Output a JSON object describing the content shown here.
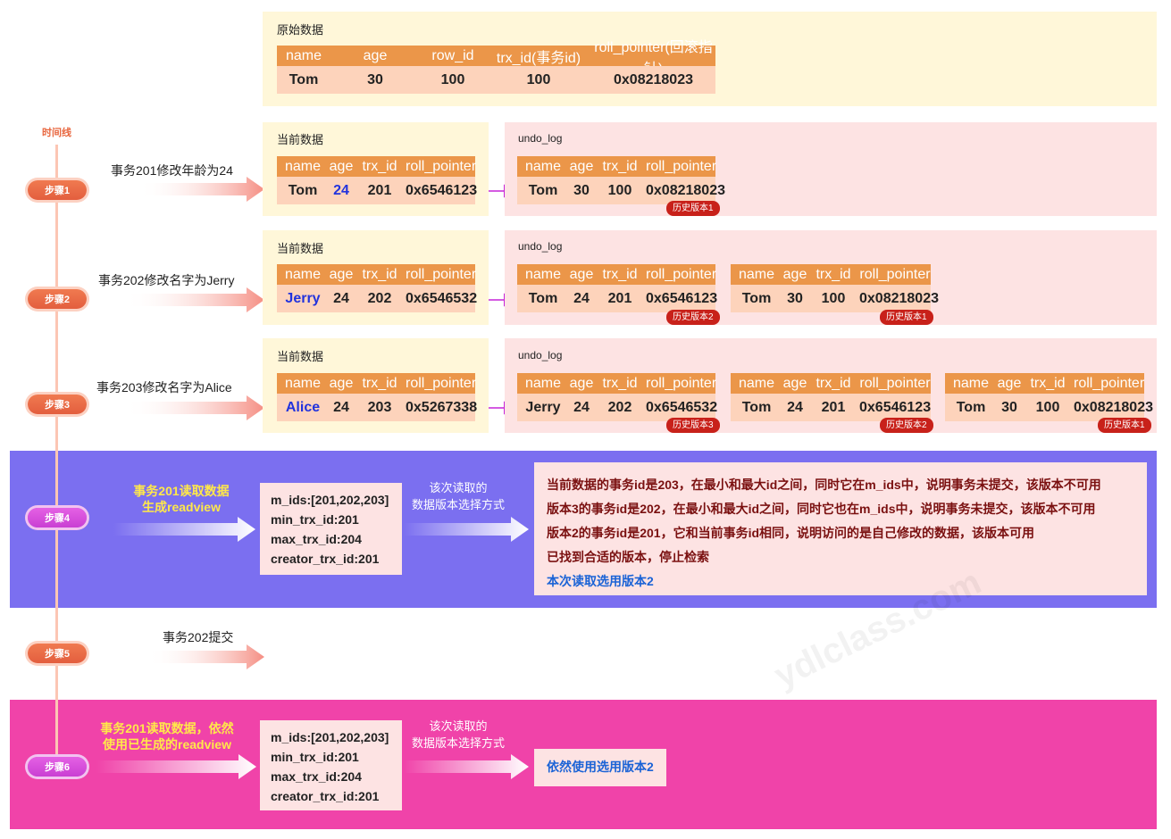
{
  "timeline_label": "时间线",
  "original": {
    "title": "原始数据",
    "headers": [
      "name",
      "age",
      "row_id",
      "trx_id(事务id)",
      "roll_pointer(回滚指针)"
    ],
    "row": [
      "Tom",
      "30",
      "100",
      "100",
      "0x08218023"
    ]
  },
  "steps": [
    {
      "label": "步骤1",
      "text": "事务201修改年龄为24",
      "current": {
        "title": "当前数据",
        "headers": [
          "name",
          "age",
          "trx_id",
          "roll_pointer"
        ],
        "row": [
          "Tom",
          "24",
          "201",
          "0x6546123"
        ]
      },
      "undo_title": "undo_log",
      "undo": [
        {
          "headers": [
            "name",
            "age",
            "trx_id",
            "roll_pointer"
          ],
          "row": [
            "Tom",
            "30",
            "100",
            "0x08218023"
          ],
          "badge": "历史版本1"
        }
      ]
    },
    {
      "label": "步骤2",
      "text": "事务202修改名字为Jerry",
      "current": {
        "title": "当前数据",
        "headers": [
          "name",
          "age",
          "trx_id",
          "roll_pointer"
        ],
        "row": [
          "Jerry",
          "24",
          "202",
          "0x6546532"
        ]
      },
      "undo_title": "undo_log",
      "undo": [
        {
          "headers": [
            "name",
            "age",
            "trx_id",
            "roll_pointer"
          ],
          "row": [
            "Tom",
            "24",
            "201",
            "0x6546123"
          ],
          "badge": "历史版本2"
        },
        {
          "headers": [
            "name",
            "age",
            "trx_id",
            "roll_pointer"
          ],
          "row": [
            "Tom",
            "30",
            "100",
            "0x08218023"
          ],
          "badge": "历史版本1"
        }
      ]
    },
    {
      "label": "步骤3",
      "text": "事务203修改名字为Alice",
      "current": {
        "title": "当前数据",
        "headers": [
          "name",
          "age",
          "trx_id",
          "roll_pointer"
        ],
        "row": [
          "Alice",
          "24",
          "203",
          "0x5267338"
        ]
      },
      "undo_title": "undo_log",
      "undo": [
        {
          "headers": [
            "name",
            "age",
            "trx_id",
            "roll_pointer"
          ],
          "row": [
            "Jerry",
            "24",
            "202",
            "0x6546532"
          ],
          "badge": "历史版本3"
        },
        {
          "headers": [
            "name",
            "age",
            "trx_id",
            "roll_pointer"
          ],
          "row": [
            "Tom",
            "24",
            "201",
            "0x6546123"
          ],
          "badge": "历史版本2"
        },
        {
          "headers": [
            "name",
            "age",
            "trx_id",
            "roll_pointer"
          ],
          "row": [
            "Tom",
            "30",
            "100",
            "0x08218023"
          ],
          "badge": "历史版本1"
        }
      ]
    },
    {
      "label": "步骤4",
      "text_lines": [
        "事务201读取数据",
        "生成readview"
      ],
      "readview": [
        "m_ids:[201,202,203]",
        "min_trx_id:201",
        "max_trx_id:204",
        "creator_trx_id:201"
      ],
      "way_lines": [
        "该次读取的",
        "数据版本选择方式"
      ],
      "result_lines": [
        "当前数据的事务id是203，在最小和最大id之间，同时它在m_ids中，说明事务未提交，该版本不可用",
        "版本3的事务id是202，在最小和最大id之间，同时它也在m_ids中，说明事务未提交，该版本不可用",
        "版本2的事务id是201，它和当前事务id相同，说明访问的是自己修改的数据，该版本可用",
        "已找到合适的版本，停止检索",
        "本次读取选用版本2"
      ]
    },
    {
      "label": "步骤5",
      "text": "事务202提交"
    },
    {
      "label": "步骤6",
      "text_lines": [
        "事务201读取数据，依然",
        "使用已生成的readview"
      ],
      "readview": [
        "m_ids:[201,202,203]",
        "min_trx_id:201",
        "max_trx_id:204",
        "creator_trx_id:201"
      ],
      "way_lines": [
        "该次读取的",
        "数据版本选择方式"
      ],
      "result_lines": [
        "依然使用选用版本2"
      ]
    }
  ],
  "watermark": "ydlclass.com",
  "colors": {
    "header": "#eb9649",
    "data": "#fdd3bb",
    "step4_bg": "#7b6ff0",
    "step6_bg": "#f043a9",
    "badge": "#c8211a"
  }
}
